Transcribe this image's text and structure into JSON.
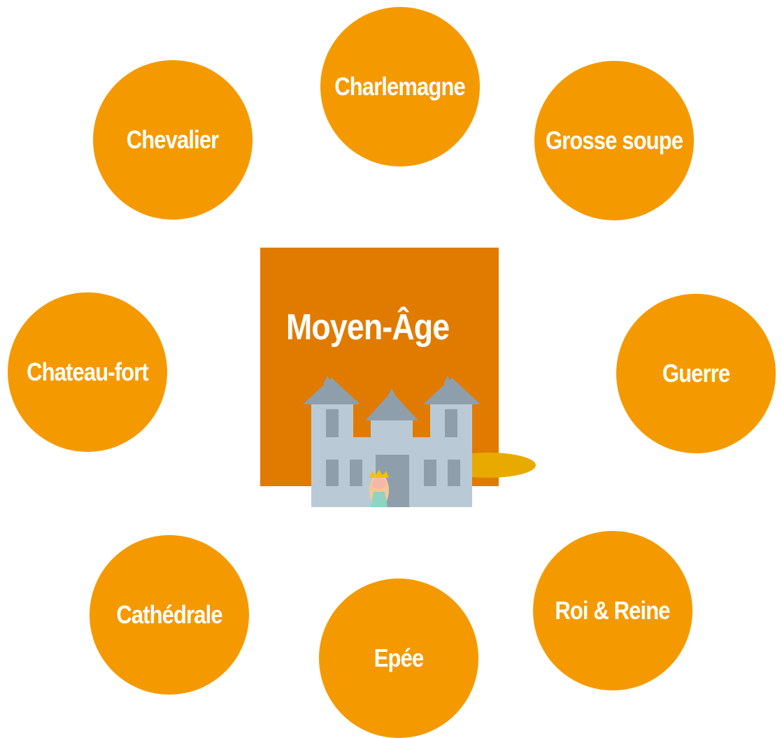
{
  "center": {
    "title": "Moyen-Âge"
  },
  "topics": [
    {
      "id": "charlemagne",
      "label": "Charlemagne"
    },
    {
      "id": "grosse-soupe",
      "label": "Grosse soupe"
    },
    {
      "id": "guerre",
      "label": "Guerre"
    },
    {
      "id": "roi-reine",
      "label": "Roi & Reine"
    },
    {
      "id": "epee",
      "label": "Epée"
    },
    {
      "id": "cathedrale",
      "label": "Cathédrale"
    },
    {
      "id": "chateau-fort",
      "label": "Chateau-fort"
    },
    {
      "id": "chevalier",
      "label": "Chevalier"
    }
  ],
  "colors": {
    "bubble": "#F49A00",
    "center_box": "#E07B00",
    "castle_wall": "#B9CAD6",
    "castle_roof": "#8E9FAB",
    "path": "#E8AA00"
  },
  "illustration": {
    "icon": "castle-with-princess-icon"
  }
}
